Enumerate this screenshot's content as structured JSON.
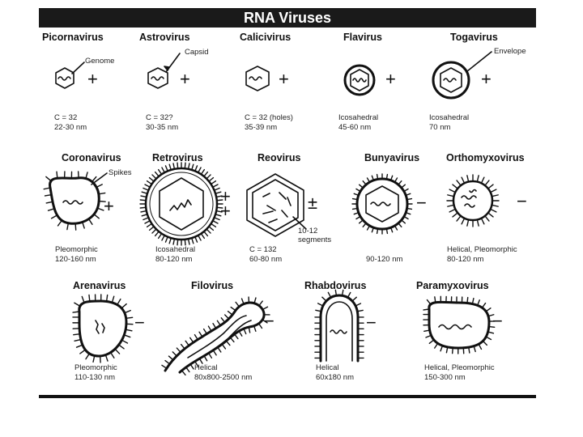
{
  "title": "RNA Viruses",
  "viruses": [
    {
      "name": "Picornavirus",
      "sign": "+",
      "caption": "C = 32\n22-30 nm",
      "annotation": "Genome"
    },
    {
      "name": "Astrovirus",
      "sign": "+",
      "caption": "C = 32?\n30-35 nm",
      "annotation": "Capsid"
    },
    {
      "name": "Calicivirus",
      "sign": "+",
      "caption": "C = 32 (holes)\n35-39 nm"
    },
    {
      "name": "Flavirus",
      "sign": "+",
      "caption": "Icosahedral\n45-60 nm"
    },
    {
      "name": "Togavirus",
      "sign": "+",
      "caption": "Icosahedral\n70 nm",
      "annotation": "Envelope"
    },
    {
      "name": "Coronavirus",
      "sign": "+",
      "caption": "Pleomorphic\n120-160 nm",
      "annotation": "Spikes"
    },
    {
      "name": "Retrovirus",
      "sign": "+\n+",
      "caption": "Icosahedral\n80-120 nm"
    },
    {
      "name": "Reovirus",
      "sign": "±",
      "caption": "C = 132\n60-80 nm",
      "annotation": "10-12\nsegments"
    },
    {
      "name": "Bunyavirus",
      "sign": "−",
      "caption": "90-120 nm"
    },
    {
      "name": "Orthomyxovirus",
      "sign": "−",
      "caption": "Helical, Pleomorphic\n80-120 nm"
    },
    {
      "name": "Arenavirus",
      "sign": "−",
      "caption": "Pleomorphic\n110-130 nm"
    },
    {
      "name": "Filovirus",
      "sign": "−",
      "caption": "Helical\n80x800-2500 nm"
    },
    {
      "name": "Rhabdovirus",
      "sign": "−",
      "caption": "Helical\n60x180 nm"
    },
    {
      "name": "Paramyxovirus",
      "sign": "−",
      "caption": "Helical, Pleomorphic\n150-300 nm"
    }
  ]
}
